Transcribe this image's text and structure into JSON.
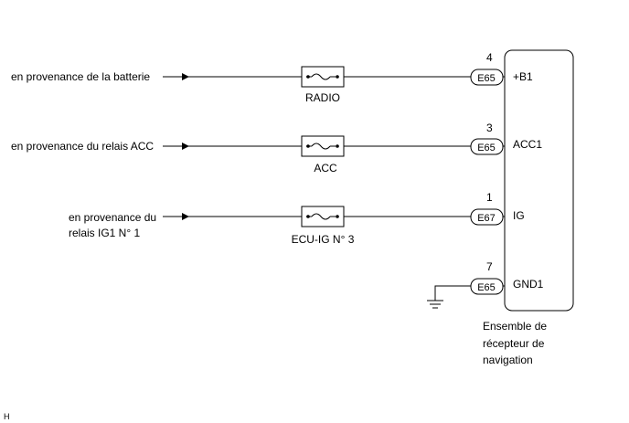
{
  "sources": [
    {
      "line1": "en provenance de la batterie",
      "line2": ""
    },
    {
      "line1": "en provenance du relais ACC",
      "line2": ""
    },
    {
      "line1": "en provenance du",
      "line2": "relais IG1 N° 1"
    }
  ],
  "fuses": [
    {
      "label": "RADIO"
    },
    {
      "label": "ACC"
    },
    {
      "label": "ECU-IG N° 3"
    }
  ],
  "connectors": [
    {
      "pin": "4",
      "code": "E65",
      "terminal": "+B1"
    },
    {
      "pin": "3",
      "code": "E65",
      "terminal": "ACC1"
    },
    {
      "pin": "1",
      "code": "E67",
      "terminal": "IG"
    },
    {
      "pin": "7",
      "code": "E65",
      "terminal": "GND1"
    }
  ],
  "component": {
    "line1": "Ensemble de",
    "line2": "récepteur de",
    "line3": "navigation"
  },
  "footer": {
    "mark": "H"
  }
}
